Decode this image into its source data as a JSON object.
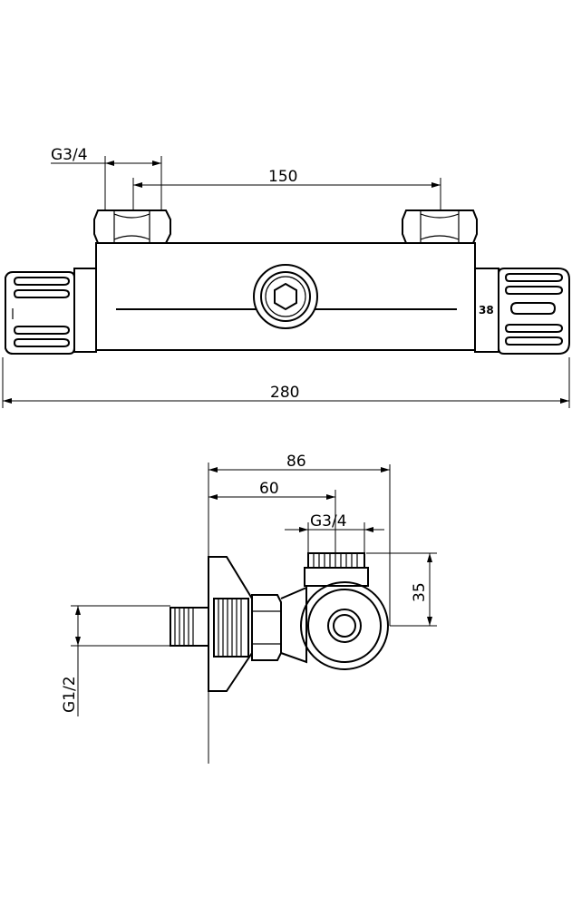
{
  "top_view": {
    "dim_inlet_thread": "G3/4",
    "dim_inlet_spacing": "150",
    "dim_overall_length": "280",
    "temperature_mark": "38"
  },
  "side_view": {
    "dim_depth_total": "86",
    "dim_depth_inlet": "60",
    "dim_outlet_thread": "G3/4",
    "dim_outlet_height": "35",
    "dim_wall_thread": "G1/2"
  },
  "colors": {
    "line": "#000000",
    "background": "#ffffff"
  }
}
